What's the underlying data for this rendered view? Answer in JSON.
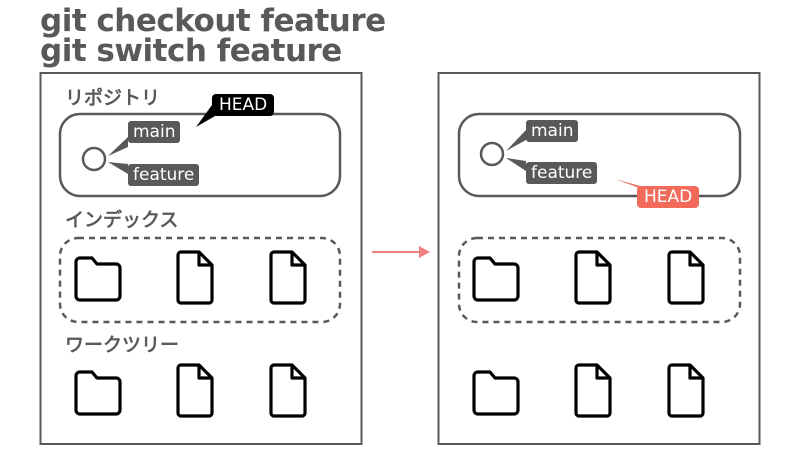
{
  "commands": {
    "line1": "git checkout feature",
    "line2": "git switch feature"
  },
  "left_panel": {
    "repository_label": "リポジトリ",
    "index_label": "インデックス",
    "worktree_label": "ワークツリー",
    "head_tag": "HEAD",
    "main_tag": "main",
    "feature_tag": "feature"
  },
  "right_panel": {
    "head_tag": "HEAD",
    "main_tag": "main",
    "feature_tag": "feature"
  },
  "colors": {
    "frame": "#595959",
    "tag_dark": "#595959",
    "head_left": "#000000",
    "head_right": "#f16a5a",
    "arrow": "#f08080"
  },
  "icons": [
    "folder-icon",
    "file-icon",
    "file-icon"
  ]
}
